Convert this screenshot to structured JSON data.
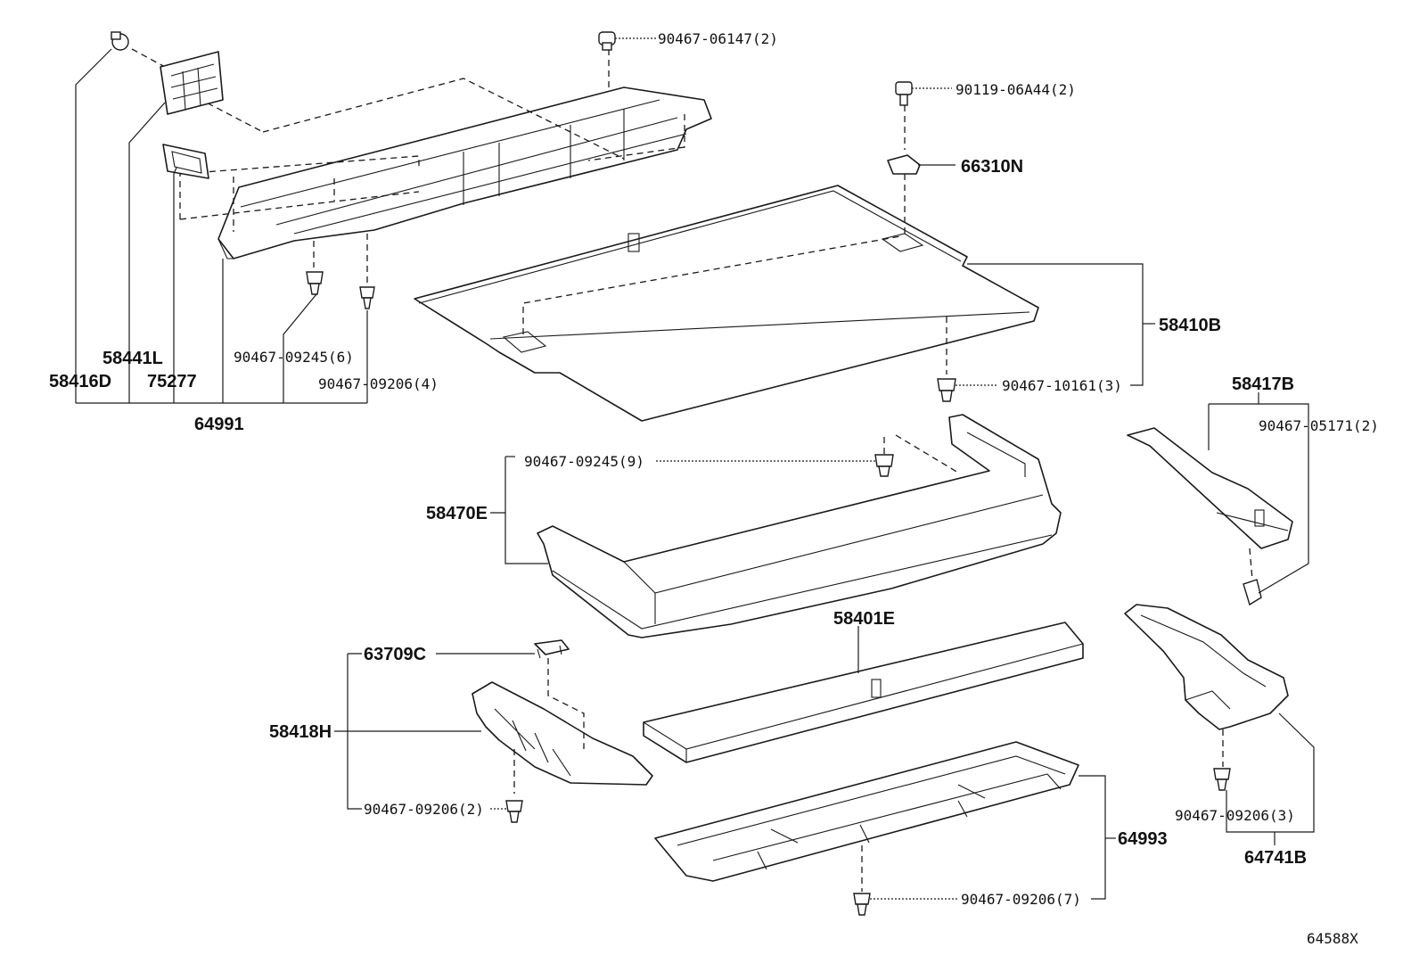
{
  "labels": {
    "p90467_06147": "90467-06147(2)",
    "p90119_06A44": "90119-06A44(2)",
    "p66310N": "66310N",
    "p58410B": "58410B",
    "p90467_10161": "90467-10161(3)",
    "p58441L": "58441L",
    "p58416D": "58416D",
    "p75277": "75277",
    "p90467_09245_6": "90467-09245(6)",
    "p90467_09206_4": "90467-09206(4)",
    "p64991": "64991",
    "p58417B": "58417B",
    "p90467_05171": "90467-05171(2)",
    "p90467_09245_9": "90467-09245(9)",
    "p58470E": "58470E",
    "p58401E": "58401E",
    "p63709C": "63709C",
    "p58418H": "58418H",
    "p90467_09206_2": "90467-09206(2)",
    "p90467_09206_3": "90467-09206(3)",
    "p64741B": "64741B",
    "p64993": "64993",
    "p90467_09206_7": "90467-09206(7)",
    "diagram_code": "64588X"
  }
}
